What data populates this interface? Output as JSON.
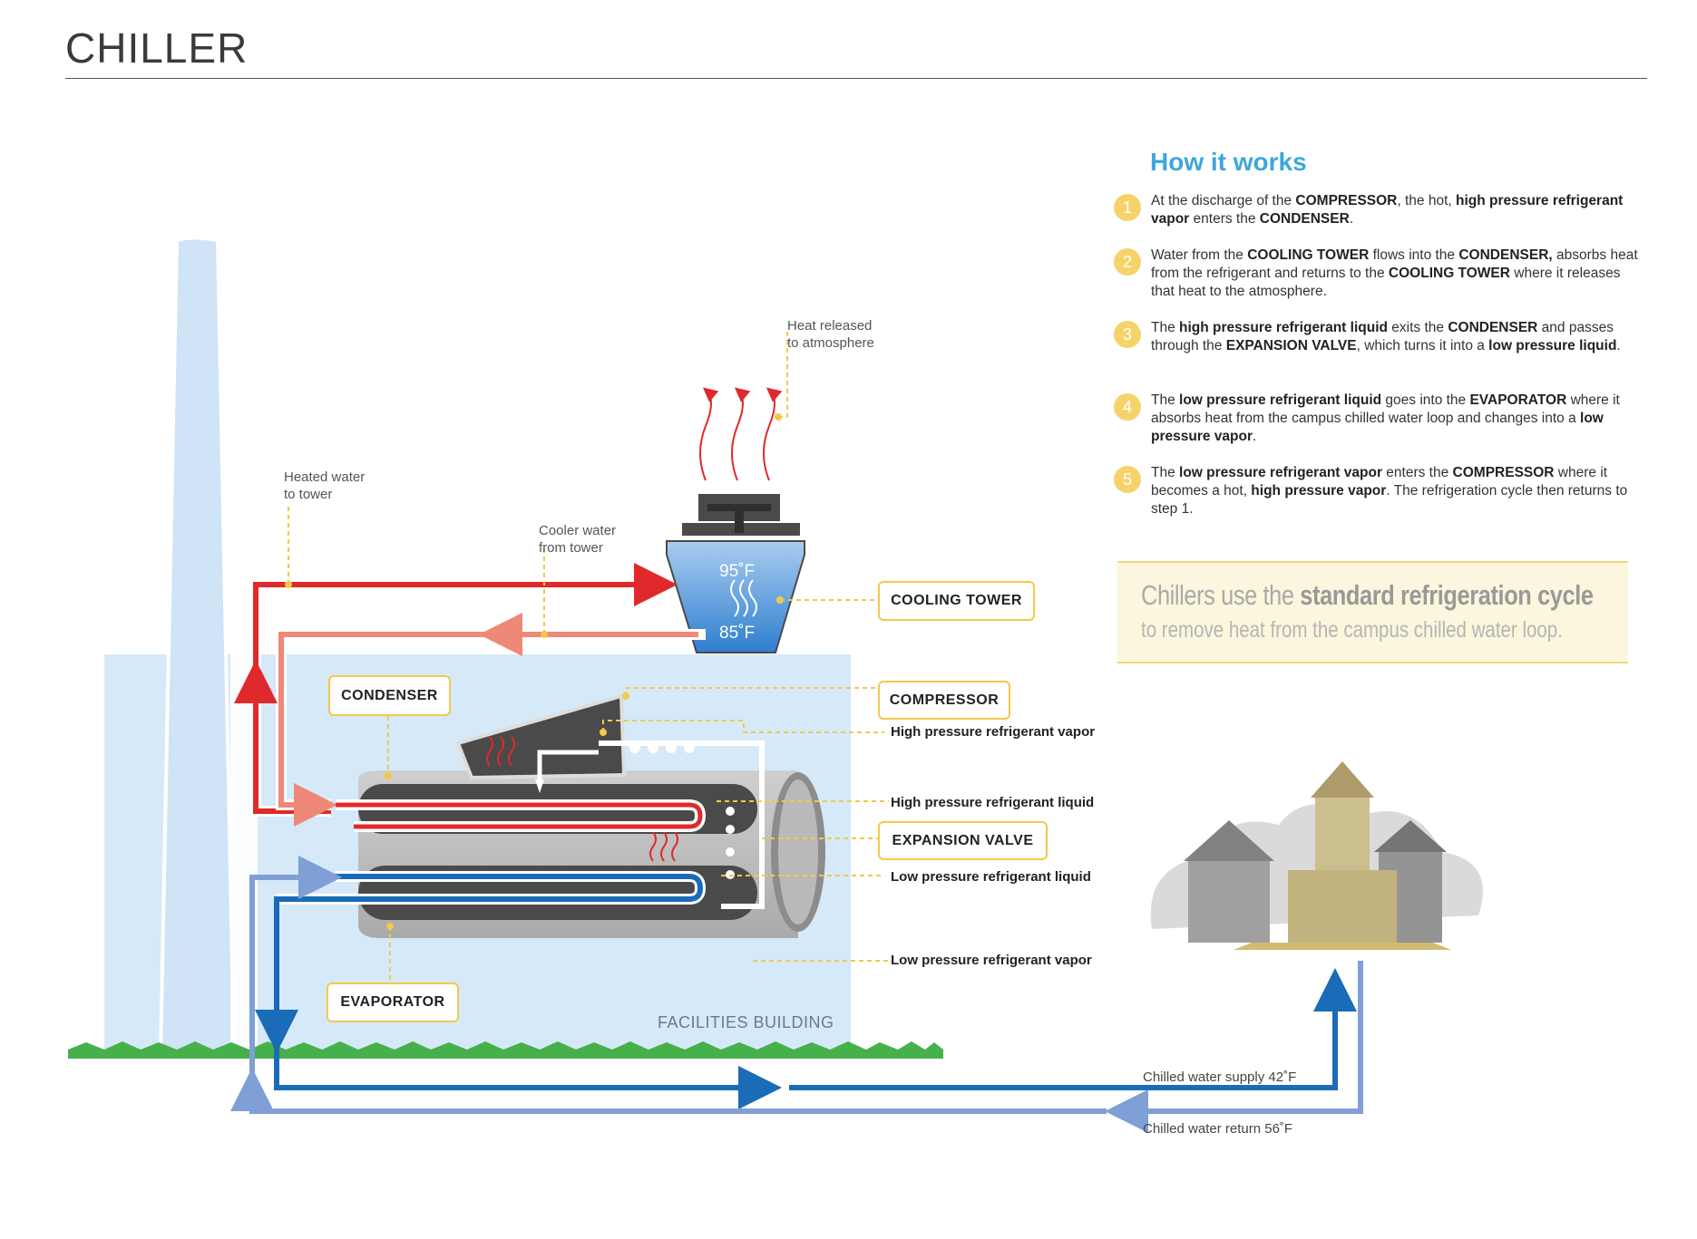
{
  "page": {
    "title": "CHILLER"
  },
  "components": {
    "cooling_tower": "COOLING TOWER",
    "condenser": "CONDENSER",
    "compressor": "COMPRESSOR",
    "expansion_valve": "EXPANSION VALVE",
    "evaporator": "EVAPORATOR",
    "facilities_building": "FACILITIES BUILDING"
  },
  "callouts": {
    "hp_vapor": "High pressure refrigerant vapor",
    "hp_liquid": "High pressure refrigerant liquid",
    "lp_liquid": "Low pressure refrigerant liquid",
    "lp_vapor": "Low pressure refrigerant vapor"
  },
  "notes": {
    "heat_released": "Heat released\nto atmosphere",
    "heated_water": "Heated water\nto tower",
    "cooler_water": "Cooler water\nfrom tower"
  },
  "temperatures": {
    "tower_top": "95˚F",
    "tower_bottom": "85˚F"
  },
  "flows": {
    "supply": "Chilled water supply 42˚F",
    "return": "Chilled water return 56˚F"
  },
  "how_it_works": {
    "title": "How it works",
    "steps": [
      {
        "num": "1",
        "html": "At the discharge of the <b>COMPRESSOR</b>, the hot, <b>high pressure refrigerant vapor</b> enters the <b>CONDENSER</b>."
      },
      {
        "num": "2",
        "html": "Water from the <b>COOLING TOWER</b> flows into the <b>CONDENSER,</b> absorbs heat from the refrigerant and returns to the <b>COOLING TOWER</b> where it releases that heat to the atmosphere."
      },
      {
        "num": "3",
        "html": "The <b>high pressure refrigerant liquid</b> exits the <b>CONDENSER</b> and passes through the <b>EXPANSION VALVE</b>, which turns it into a <b>low pressure liquid</b>."
      },
      {
        "num": "4",
        "html": "The <b>low pressure refrigerant liquid</b> goes into the <b>EVAPORATOR</b> where it absorbs heat from the campus chilled water loop and changes into a <b>low pressure vapor</b>."
      },
      {
        "num": "5",
        "html": "The <b>low pressure refrigerant vapor</b> enters the <b>COMPRESSOR</b> where it becomes a hot, <b>high pressure vapor</b>. The refrigeration cycle then returns to step 1."
      }
    ]
  },
  "summary": {
    "line1_a": "Chillers use the ",
    "line1_b": "standard refrigeration cycle",
    "line2": "to remove heat from the campus chilled water loop."
  },
  "colors": {
    "hot_red": "#e0292b",
    "warm_salmon": "#ef8877",
    "cold_blue": "#1a6bb8",
    "return_blue": "#7f9fd6",
    "accent_yellow": "#f2c94c",
    "sky": "#d6e9f8"
  }
}
